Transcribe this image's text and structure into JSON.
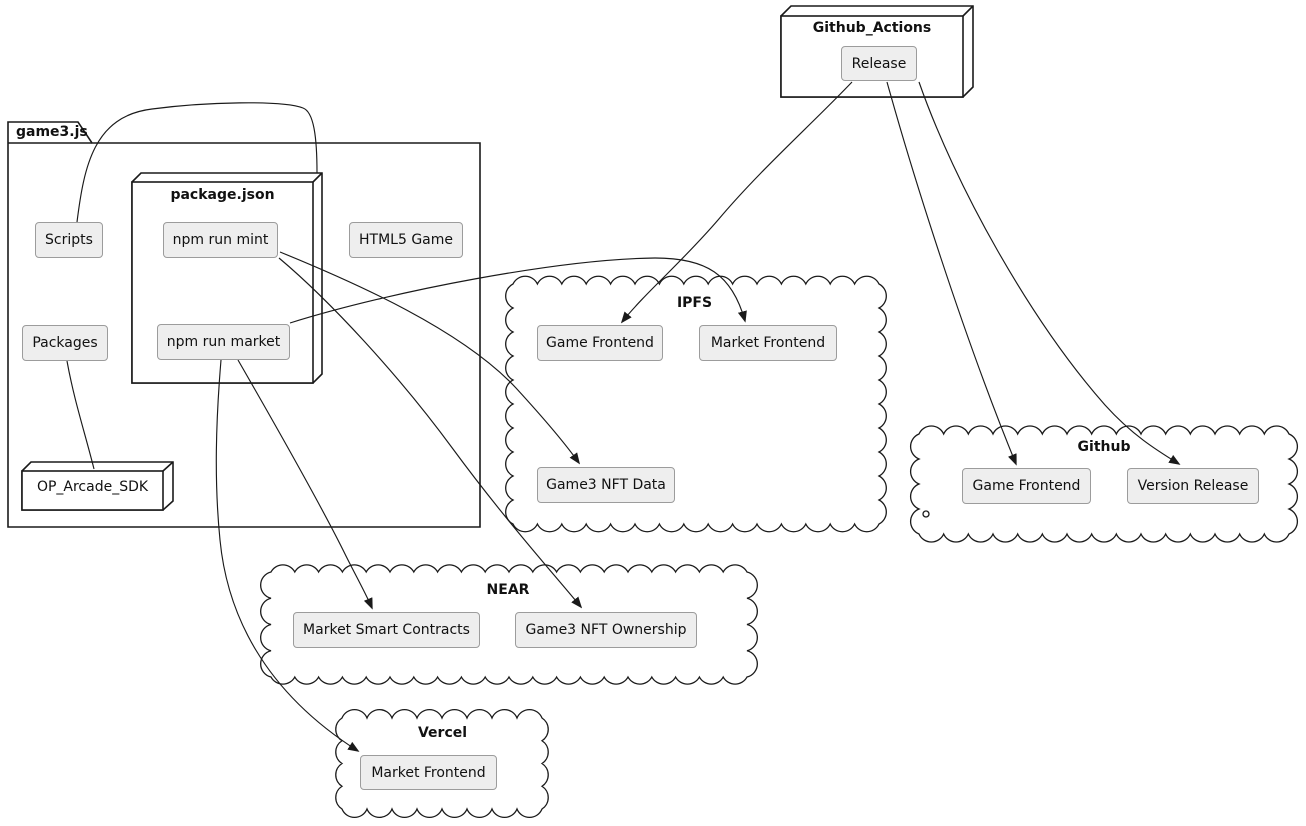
{
  "diagram": {
    "folder": {
      "title": "game3.js"
    },
    "nodes": {
      "github_actions": {
        "title": "Github_Actions"
      },
      "package_json": {
        "title": "package.json"
      },
      "op_arcade_sdk": {
        "title": "OP_Arcade_SDK"
      }
    },
    "clouds": {
      "ipfs": {
        "title": "IPFS"
      },
      "github": {
        "title": "Github"
      },
      "near": {
        "title": "NEAR"
      },
      "vercel": {
        "title": "Vercel"
      }
    },
    "components": {
      "scripts": "Scripts",
      "npm_run_mint": "npm run mint",
      "html5_game": "HTML5 Game",
      "packages": "Packages",
      "npm_run_market": "npm run market",
      "release": "Release",
      "ipfs_game_frontend": "Game Frontend",
      "ipfs_market_frontend": "Market Frontend",
      "game3_nft_data": "Game3 NFT Data",
      "gh_game_frontend": "Game Frontend",
      "gh_version_release": "Version Release",
      "market_smart_contracts": "Market Smart Contracts",
      "game3_nft_ownership": "Game3 NFT Ownership",
      "vercel_market_frontend": "Market Frontend"
    },
    "edges": [
      {
        "from": "Scripts",
        "to": "package.json",
        "arrow": false
      },
      {
        "from": "Packages",
        "to": "OP_Arcade_SDK",
        "arrow": false
      },
      {
        "from": "npm run mint",
        "to": "Game3 NFT Data (IPFS)",
        "arrow": true
      },
      {
        "from": "npm run mint",
        "to": "Game3 NFT Ownership (NEAR)",
        "arrow": true
      },
      {
        "from": "npm run market",
        "to": "Market Frontend (IPFS)",
        "arrow": true
      },
      {
        "from": "npm run market",
        "to": "Market Smart Contracts (NEAR)",
        "arrow": true
      },
      {
        "from": "npm run market",
        "to": "Market Frontend (Vercel)",
        "arrow": true
      },
      {
        "from": "Release",
        "to": "Game Frontend (IPFS)",
        "arrow": true
      },
      {
        "from": "Release",
        "to": "Game Frontend (Github)",
        "arrow": true
      },
      {
        "from": "Release",
        "to": "Version Release (Github)",
        "arrow": true
      }
    ],
    "colors": {
      "background": "#ffffff",
      "box_fill": "#eeeeee",
      "box_border": "#9c9c9c",
      "line": "#1a1a1a"
    }
  }
}
